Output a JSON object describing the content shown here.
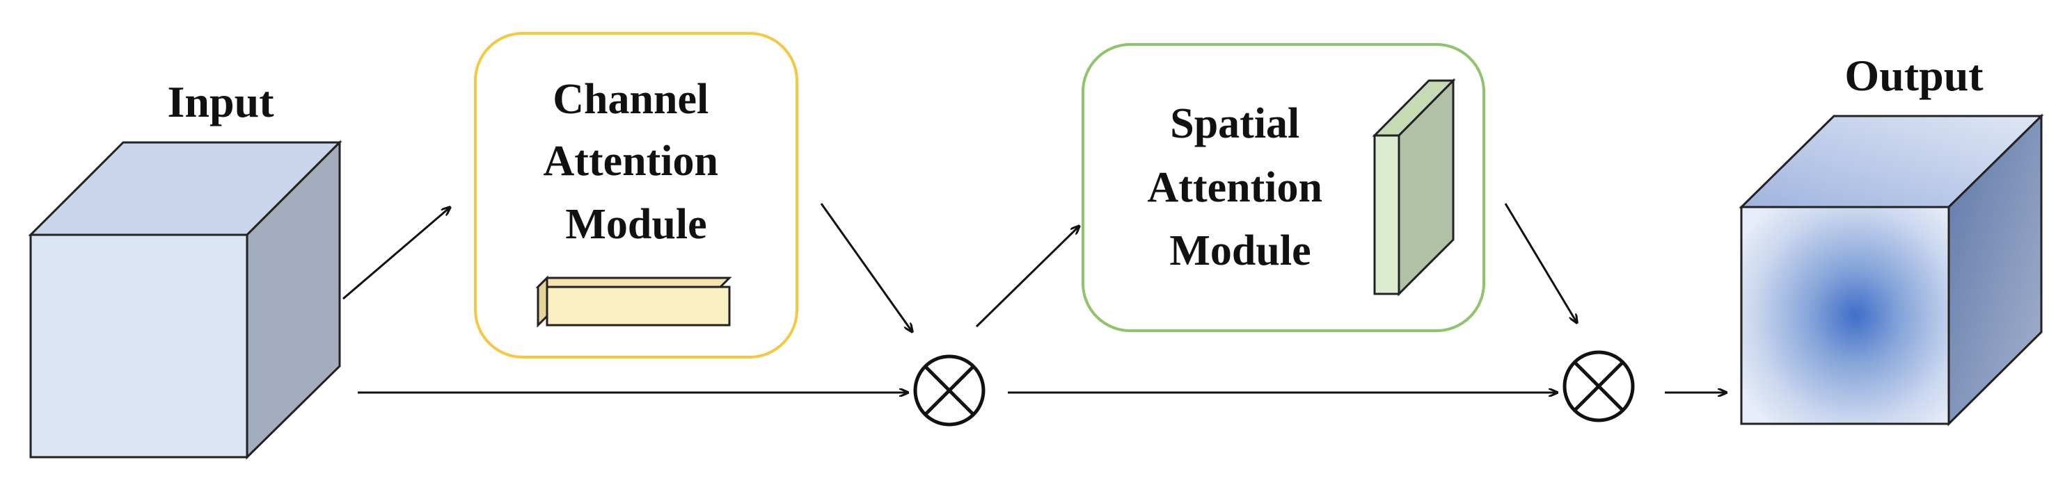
{
  "input": {
    "label": "Input"
  },
  "channel_module": {
    "lines": [
      "Channel",
      "Attention",
      "Module"
    ]
  },
  "spatial_module": {
    "lines": [
      "Spatial",
      "Attention",
      "Module"
    ]
  },
  "output": {
    "label": "Output"
  },
  "operators": {
    "multiply_symbol": "⊗"
  },
  "colors": {
    "input_cube_front": "#dbe4f3",
    "input_cube_top": "#c9d5ea",
    "input_cube_side": "#a3adbf",
    "channel_border": "#f5c842",
    "channel_bar": "#fdefc4",
    "spatial_border": "#8fc46a",
    "spatial_slab_front": "#dcedcf",
    "spatial_slab_side": "#b2c1a5",
    "output_cube_center": "#3f6fc8",
    "output_cube_edge": "#e6ecf8",
    "output_cube_side": "#7f93b7"
  }
}
